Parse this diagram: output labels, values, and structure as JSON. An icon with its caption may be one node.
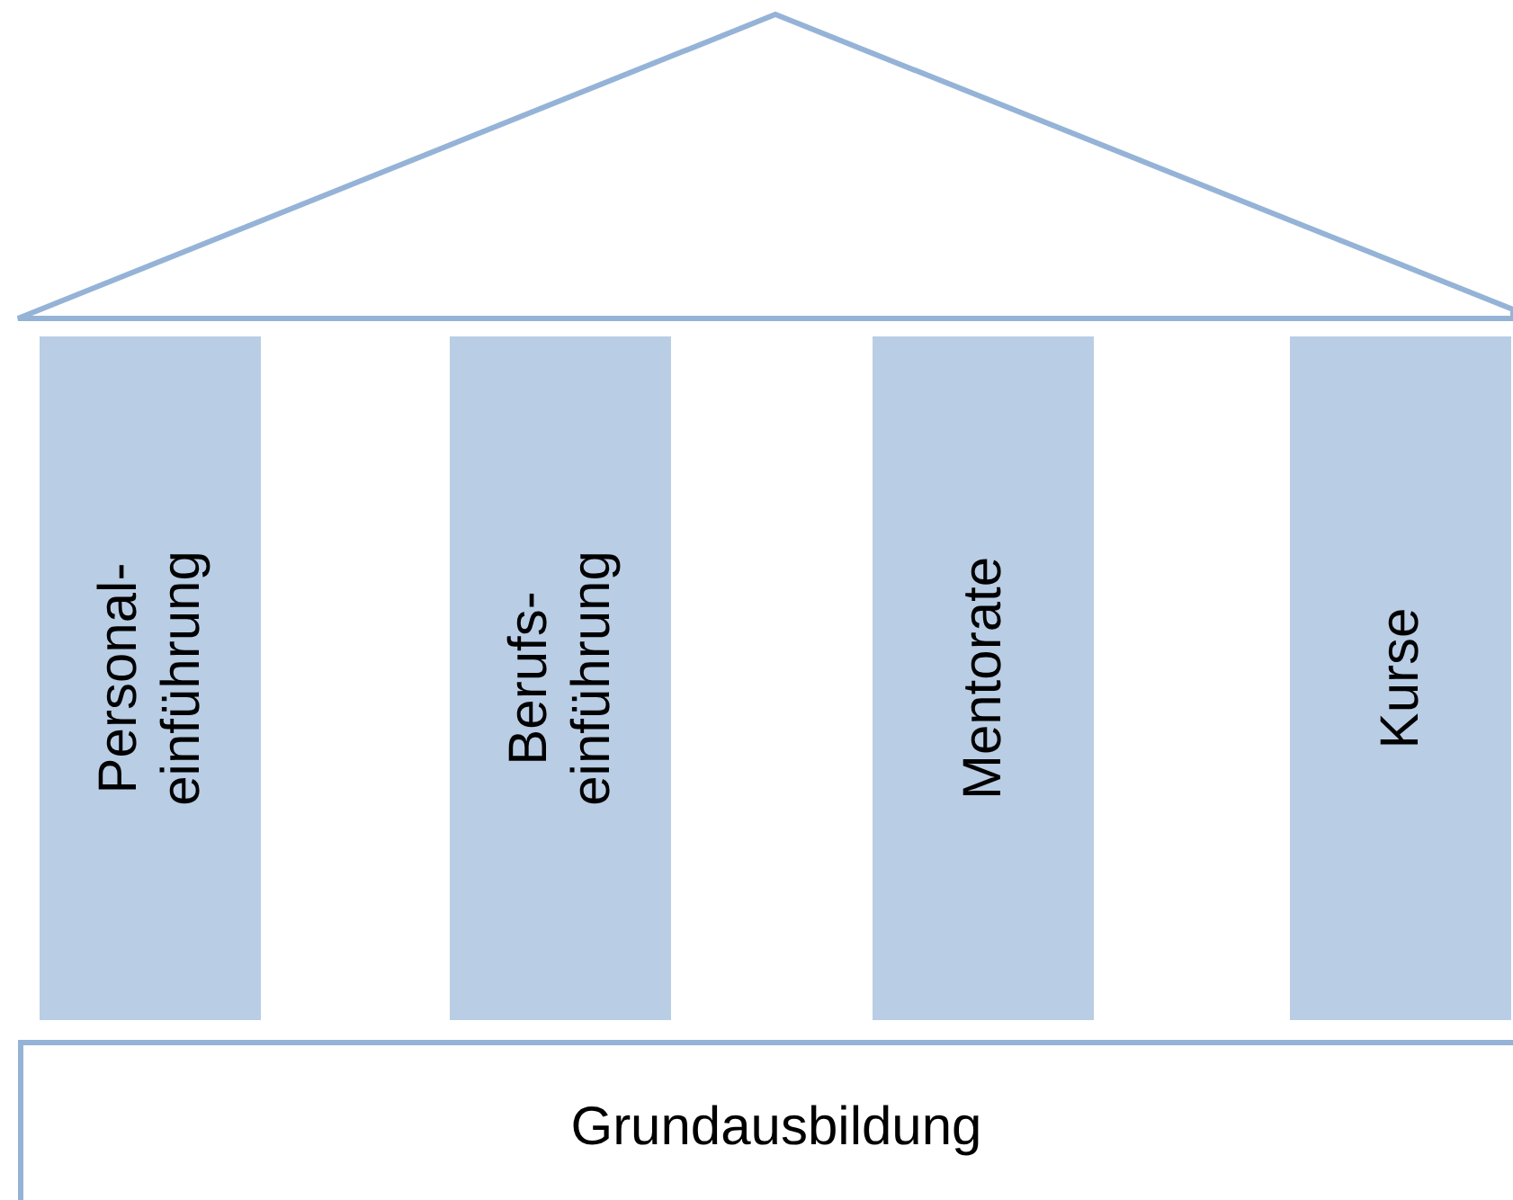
{
  "diagram": {
    "nodes": [
      {
        "text": [
          "Personal- einführung"
        ]
      },
      {
        "text": [
          "Berufs- einführung"
        ]
      },
      {
        "text": [
          "Mentorate"
        ]
      },
      {
        "text": [
          "Kurse"
        ]
      },
      {
        "text": [
          "Grundausbildung"
        ]
      }
    ]
  }
}
